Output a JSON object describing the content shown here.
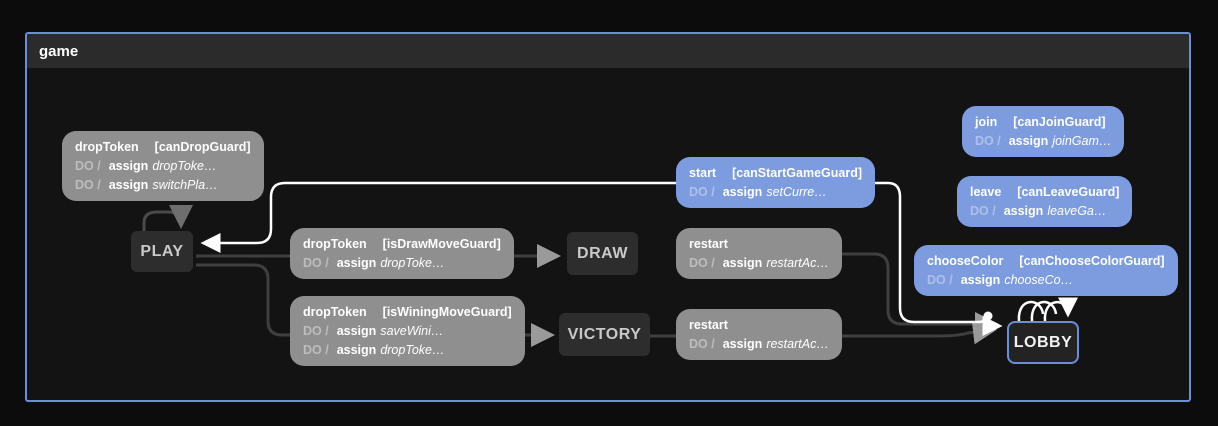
{
  "machine": {
    "title": "game"
  },
  "colors": {
    "accent_blue": "#7d9ce0",
    "border_blue": "#6b8fd6",
    "event_gray": "#8f8f8f",
    "state_bg": "#2d2d2d",
    "edge_white": "#ffffff",
    "edge_gray": "#3f3f3f"
  },
  "states": [
    {
      "label": "PLAY"
    },
    {
      "label": "DRAW"
    },
    {
      "label": "VICTORY"
    },
    {
      "label": "LOBBY"
    }
  ],
  "events": [
    {
      "name": "dropToken",
      "guard": "[canDropGuard]",
      "actions": [
        {
          "do": "DO /",
          "verb": "assign",
          "value": "dropToke…"
        },
        {
          "do": "DO /",
          "verb": "assign",
          "value": "switchPla…"
        }
      ]
    },
    {
      "name": "dropToken",
      "guard": "[isDrawMoveGuard]",
      "actions": [
        {
          "do": "DO /",
          "verb": "assign",
          "value": "dropToke…"
        }
      ]
    },
    {
      "name": "dropToken",
      "guard": "[isWiningMoveGuard]",
      "actions": [
        {
          "do": "DO /",
          "verb": "assign",
          "value": "saveWini…"
        },
        {
          "do": "DO /",
          "verb": "assign",
          "value": "dropToke…"
        }
      ]
    },
    {
      "name": "restart",
      "guard": "",
      "actions": [
        {
          "do": "DO /",
          "verb": "assign",
          "value": "restartAc…"
        }
      ]
    },
    {
      "name": "restart",
      "guard": "",
      "actions": [
        {
          "do": "DO /",
          "verb": "assign",
          "value": "restartAc…"
        }
      ]
    },
    {
      "name": "start",
      "guard": "[canStartGameGuard]",
      "actions": [
        {
          "do": "DO /",
          "verb": "assign",
          "value": "setCurre…"
        }
      ]
    },
    {
      "name": "join",
      "guard": "[canJoinGuard]",
      "actions": [
        {
          "do": "DO /",
          "verb": "assign",
          "value": "joinGam…"
        }
      ]
    },
    {
      "name": "leave",
      "guard": "[canLeaveGuard]",
      "actions": [
        {
          "do": "DO /",
          "verb": "assign",
          "value": "leaveGa…"
        }
      ]
    },
    {
      "name": "chooseColor",
      "guard": "[canChooseColorGuard]",
      "actions": [
        {
          "do": "DO /",
          "verb": "assign",
          "value": "chooseCo…"
        }
      ]
    }
  ]
}
